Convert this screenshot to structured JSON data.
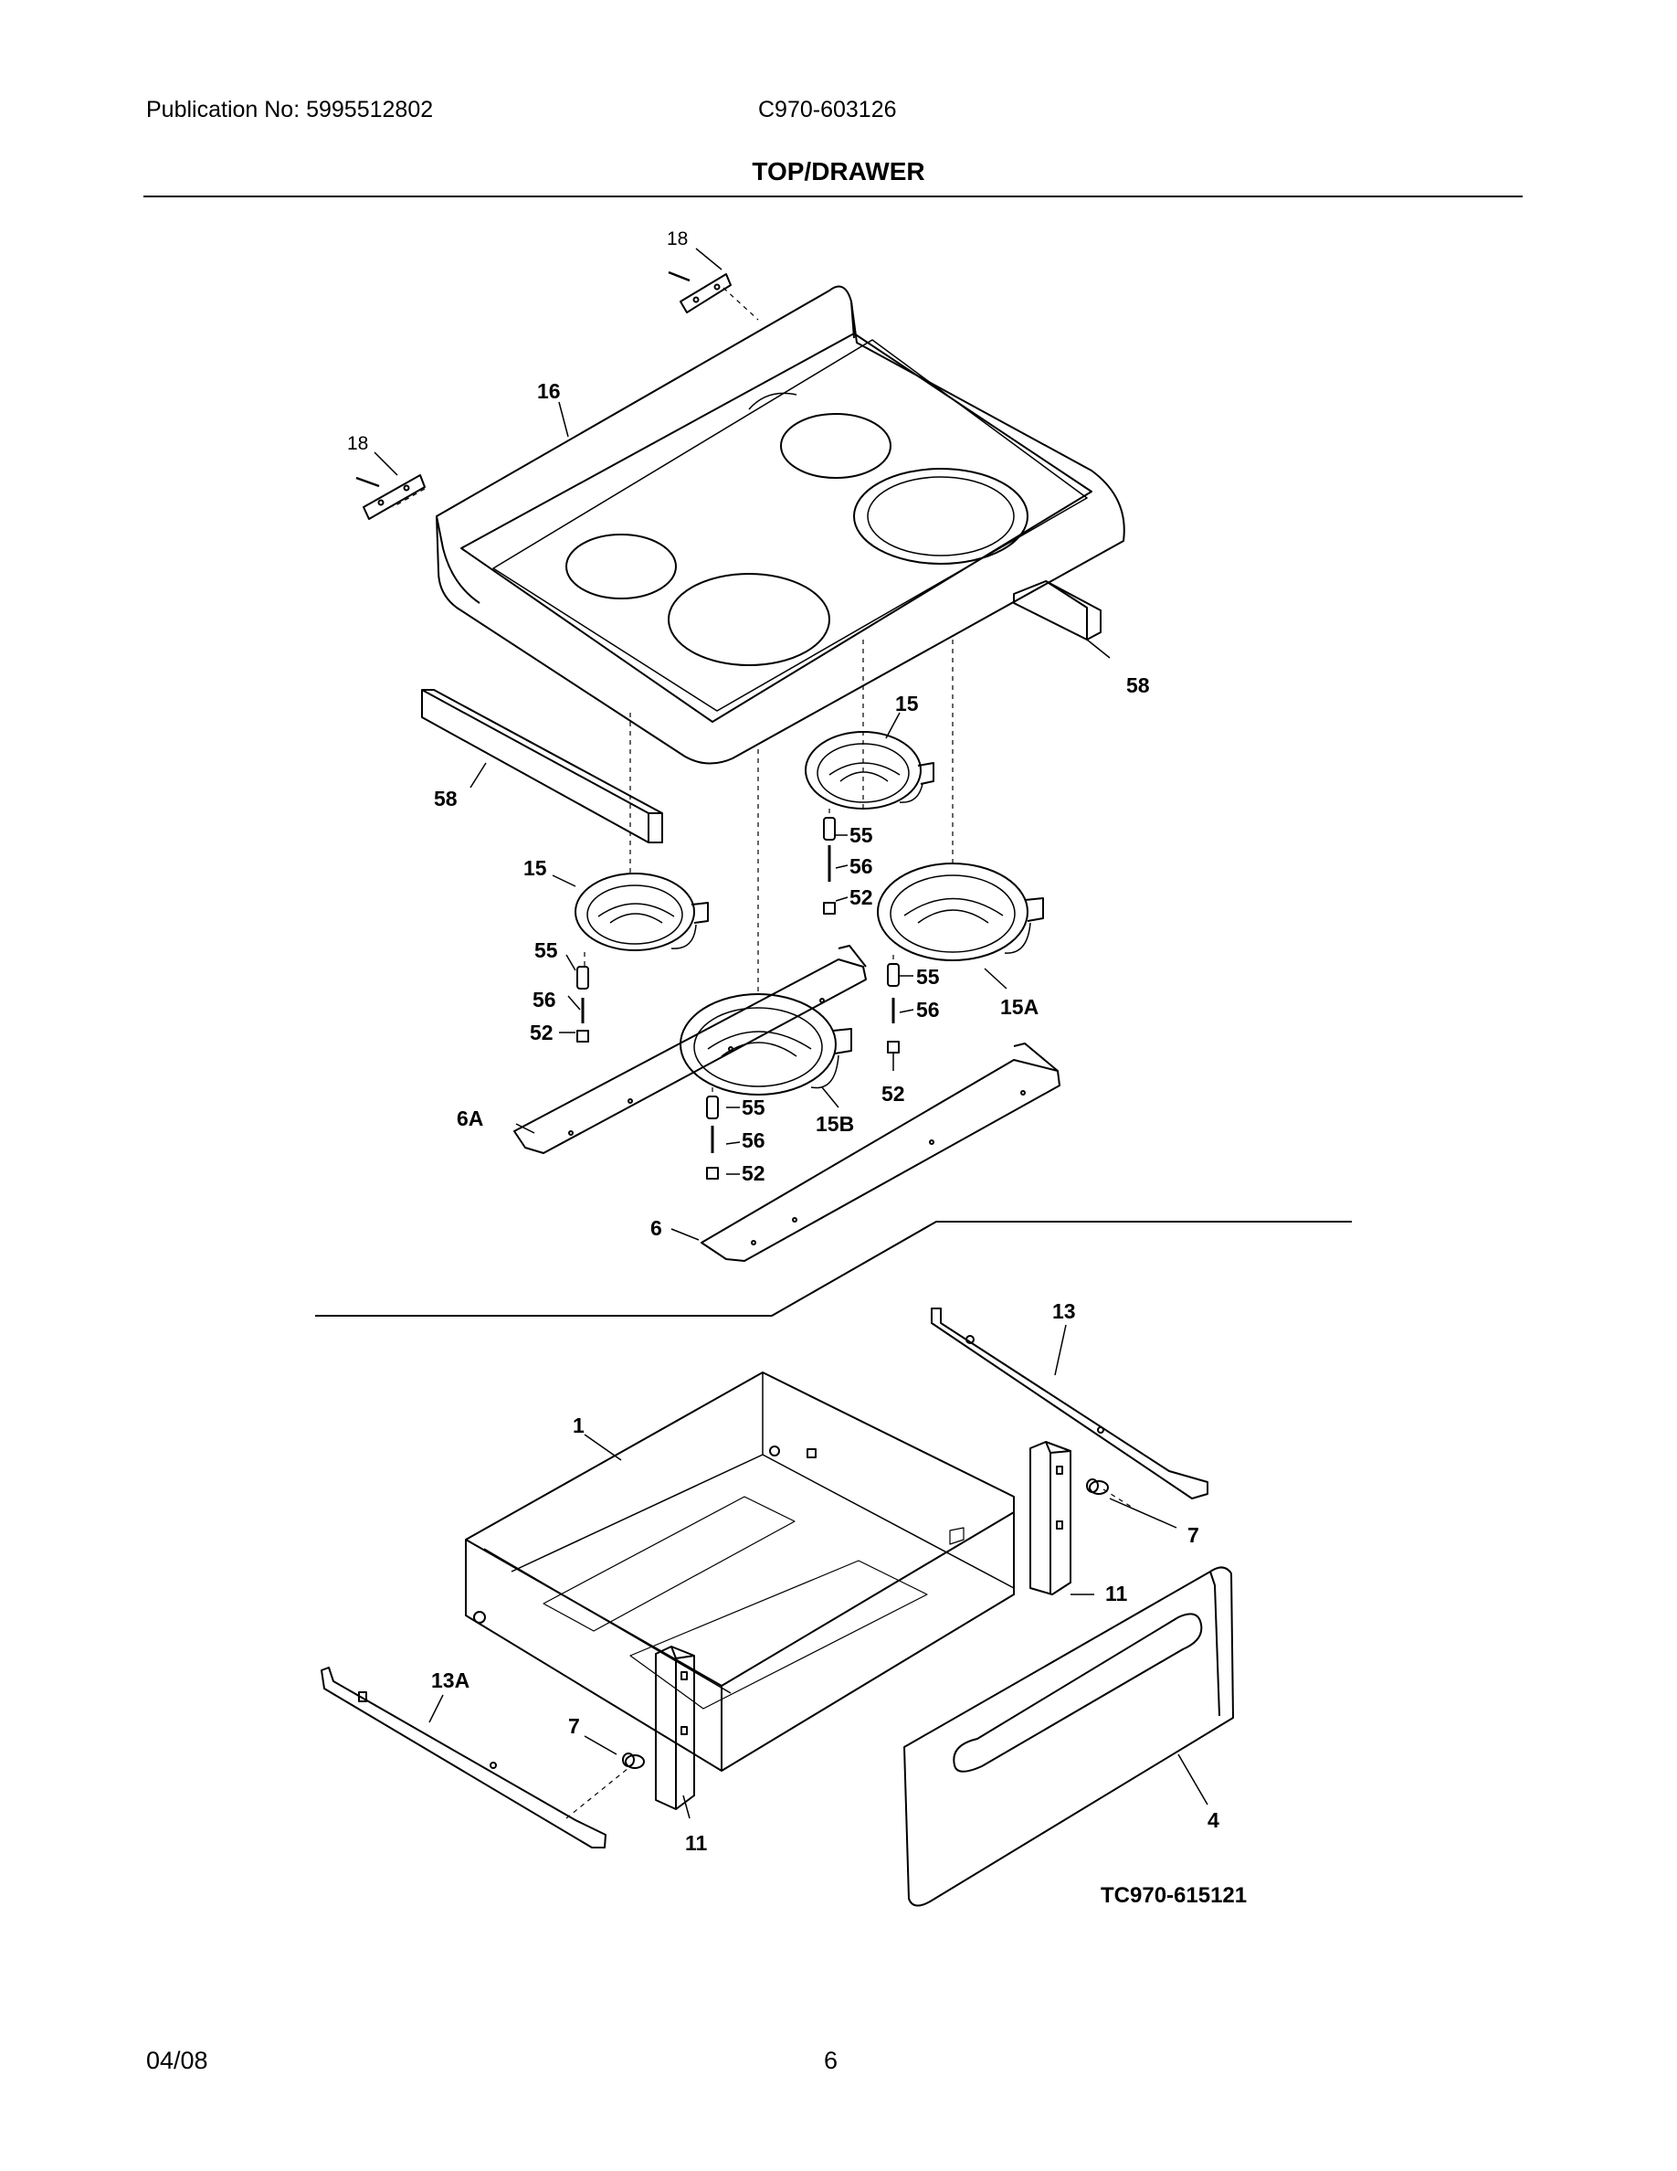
{
  "header": {
    "publication": "Publication No: 5995512802",
    "model": "C970-603126",
    "title": "TOP/DRAWER"
  },
  "callouts": {
    "p18a": "18",
    "p18b": "18",
    "p16": "16",
    "p58a": "58",
    "p58b": "58",
    "p15a": "15",
    "p15b": "15",
    "p55a": "55",
    "p56a": "56",
    "p52a": "52",
    "p55b": "55",
    "p56b": "56",
    "p52b": "52",
    "p55c": "55",
    "p56c": "56",
    "p52c": "52",
    "p55d": "55",
    "p56d": "56",
    "p52d": "52",
    "p15A": "15A",
    "p15B": "15B",
    "p6A": "6A",
    "p6": "6",
    "p13": "13",
    "p1": "1",
    "p7a": "7",
    "p11a": "11",
    "p13A": "13A",
    "p7b": "7",
    "p11b": "11",
    "p4": "4"
  },
  "figure_ref": "TC970-615121",
  "footer": {
    "date": "04/08",
    "page": "6"
  }
}
